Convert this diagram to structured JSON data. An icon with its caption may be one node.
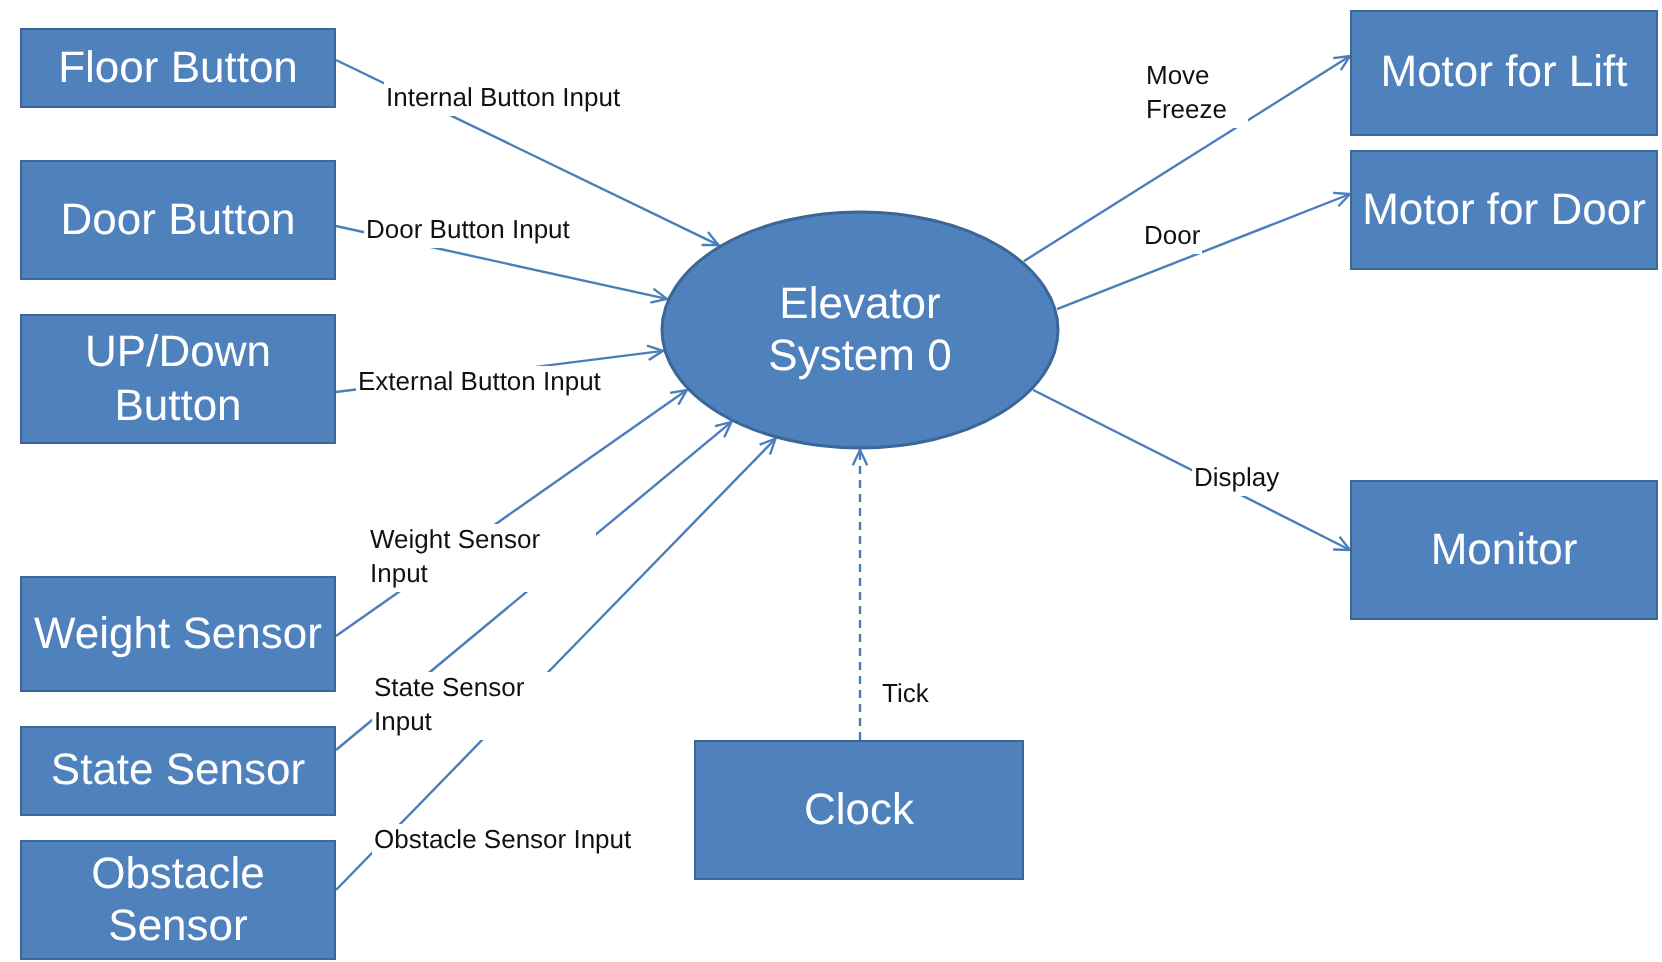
{
  "diagram": {
    "nodes": [
      {
        "text": [
          "Floor Button"
        ]
      },
      {
        "text": [
          "Door Button"
        ]
      },
      {
        "text": [
          "UP/Down Button"
        ]
      },
      {
        "text": [
          "Weight Sensor"
        ]
      },
      {
        "text": [
          "State Sensor"
        ]
      },
      {
        "text": [
          "Obstacle Sensor"
        ]
      },
      {
        "text": [
          "Elevator System 0"
        ]
      },
      {
        "text": [
          "Motor for Lift"
        ]
      },
      {
        "text": [
          "Motor for Door"
        ]
      },
      {
        "text": [
          "Monitor"
        ]
      },
      {
        "text": [
          "Clock"
        ]
      }
    ],
    "edges": [
      {
        "from": 0,
        "to": 6,
        "arrow": "to",
        "label": "Internal Button Input"
      },
      {
        "from": 1,
        "to": 6,
        "arrow": "to",
        "label": "Door Button Input"
      },
      {
        "from": 2,
        "to": 6,
        "arrow": "to",
        "label": "External Button Input"
      },
      {
        "from": 3,
        "to": 6,
        "arrow": "to",
        "label": "Weight Sensor Input"
      },
      {
        "from": 4,
        "to": 6,
        "arrow": "to",
        "label": "State Sensor Input"
      },
      {
        "from": 5,
        "to": 6,
        "arrow": "to",
        "label": "Obstacle Sensor Input"
      },
      {
        "from": 6,
        "to": 7,
        "arrow": "to",
        "label": "Move Freeze"
      },
      {
        "from": 6,
        "to": 8,
        "arrow": "to",
        "label": "Door"
      },
      {
        "from": 6,
        "to": 9,
        "arrow": "to",
        "label": "Display"
      },
      {
        "from": 10,
        "to": 6,
        "arrow": "to",
        "label": "Tick",
        "style": "dashed"
      }
    ]
  }
}
